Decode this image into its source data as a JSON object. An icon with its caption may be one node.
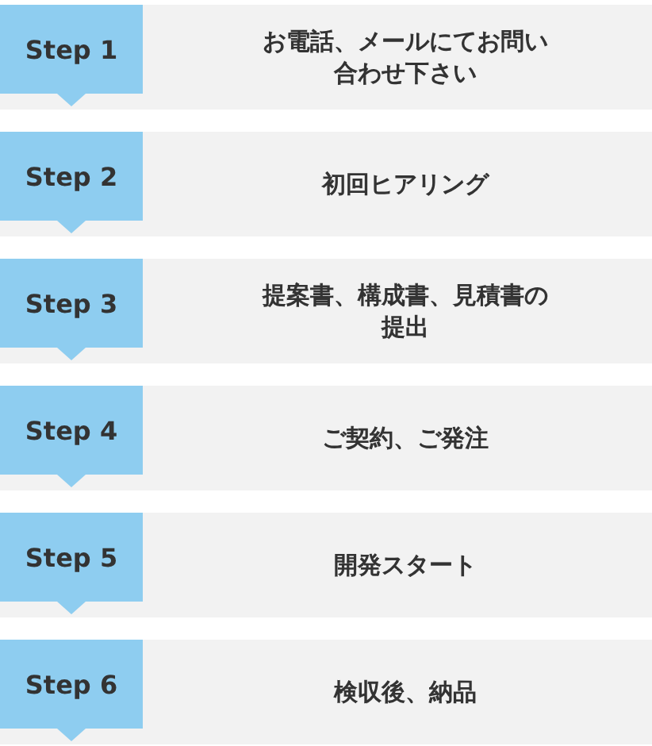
{
  "diagram": {
    "nodes": [
      {
        "text": [
          "お電話、メールにてお問い合わせ下さい"
        ]
      },
      {
        "text": [
          "Step 1"
        ],
        "in": 0
      },
      {
        "text": [
          "初回ヒアリング"
        ]
      },
      {
        "text": [
          "Step 2"
        ],
        "in": 2
      },
      {
        "text": [
          "提案書、構成書、見積書の提出"
        ]
      },
      {
        "text": [
          "Step 3"
        ],
        "in": 4
      },
      {
        "text": [
          "ご契約、ご発注"
        ]
      },
      {
        "text": [
          "Step 4"
        ],
        "in": 6
      },
      {
        "text": [
          "開発スタート"
        ]
      },
      {
        "text": [
          "Step 5"
        ],
        "in": 8
      },
      {
        "text": [
          "検収後、納品"
        ]
      },
      {
        "text": [
          "Step 6"
        ],
        "in": 10
      }
    ]
  }
}
